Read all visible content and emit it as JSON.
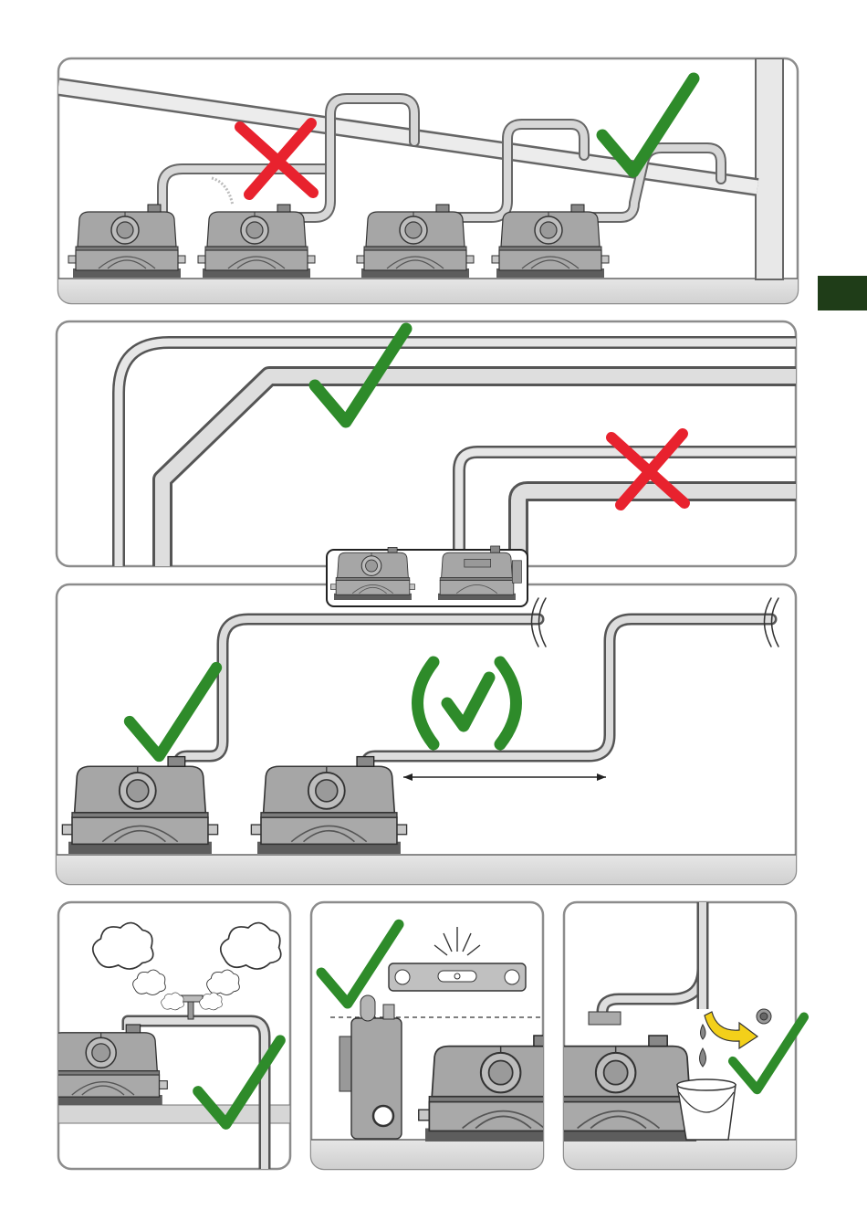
{
  "colors": {
    "check": "#2e8b2a",
    "cross": "#e8222e",
    "tab": "#1f3d18",
    "frame": "#8c8c8c",
    "floor": "#d9d9d9",
    "pump": "#a6a6a6",
    "pipe_light": "#f1f1f1",
    "pipe_mid": "#bdbdbd",
    "pipe_dark": "#6f6f6f",
    "arrow": "#f3d01a"
  },
  "panels": [
    {
      "id": "pipe-routing-gradient",
      "icons": [
        "cross-icon",
        "check-icon"
      ]
    },
    {
      "id": "pipe-bend-radius",
      "icons": [
        "check-icon",
        "cross-icon"
      ]
    },
    {
      "id": "horizontal-run-length",
      "icons": [
        "check-icon",
        "conditional-check-icon"
      ]
    },
    {
      "id": "ventilation",
      "icons": [
        "cloud-icon",
        "check-icon"
      ]
    },
    {
      "id": "level-installation",
      "icons": [
        "spirit-level-icon",
        "check-icon"
      ]
    },
    {
      "id": "drain-valve",
      "icons": [
        "drop-icon",
        "bucket-icon",
        "check-icon"
      ]
    }
  ]
}
